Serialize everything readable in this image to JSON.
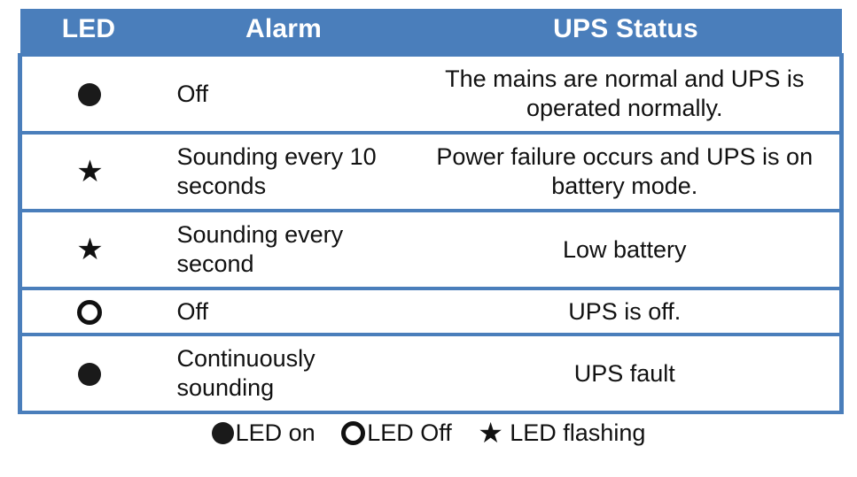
{
  "table": {
    "headers": [
      {
        "key": "led",
        "label": "LED"
      },
      {
        "key": "alarm",
        "label": "Alarm"
      },
      {
        "key": "status",
        "label": "UPS Status"
      }
    ],
    "rows": [
      {
        "led_icon": "led-on-icon",
        "led_state": "on",
        "alarm": "Off",
        "status": "The mains are normal and UPS is operated normally."
      },
      {
        "led_icon": "led-flashing-icon",
        "led_state": "flashing",
        "alarm": "Sounding every 10 seconds",
        "status": "Power failure occurs and UPS is on battery mode."
      },
      {
        "led_icon": "led-flashing-icon",
        "led_state": "flashing",
        "alarm": "Sounding every second",
        "status": "Low battery"
      },
      {
        "led_icon": "led-off-icon",
        "led_state": "off",
        "alarm": "Off",
        "status": "UPS is off."
      },
      {
        "led_icon": "led-on-icon",
        "led_state": "on",
        "alarm": "Continuously sounding",
        "status": "UPS fault"
      }
    ]
  },
  "legend": {
    "items": [
      {
        "glyph": "led-on-icon",
        "state": "on",
        "label": "LED on"
      },
      {
        "glyph": "led-off-icon",
        "state": "off",
        "label": "LED Off"
      },
      {
        "glyph": "led-flashing-icon",
        "state": "flashing",
        "label": "LED flashing"
      }
    ]
  },
  "colors": {
    "accent_blue": "#4a7ebb",
    "header_text": "#ffffff",
    "body_text": "#111111",
    "background": "#ffffff"
  },
  "glyphs": {
    "star": "★"
  }
}
